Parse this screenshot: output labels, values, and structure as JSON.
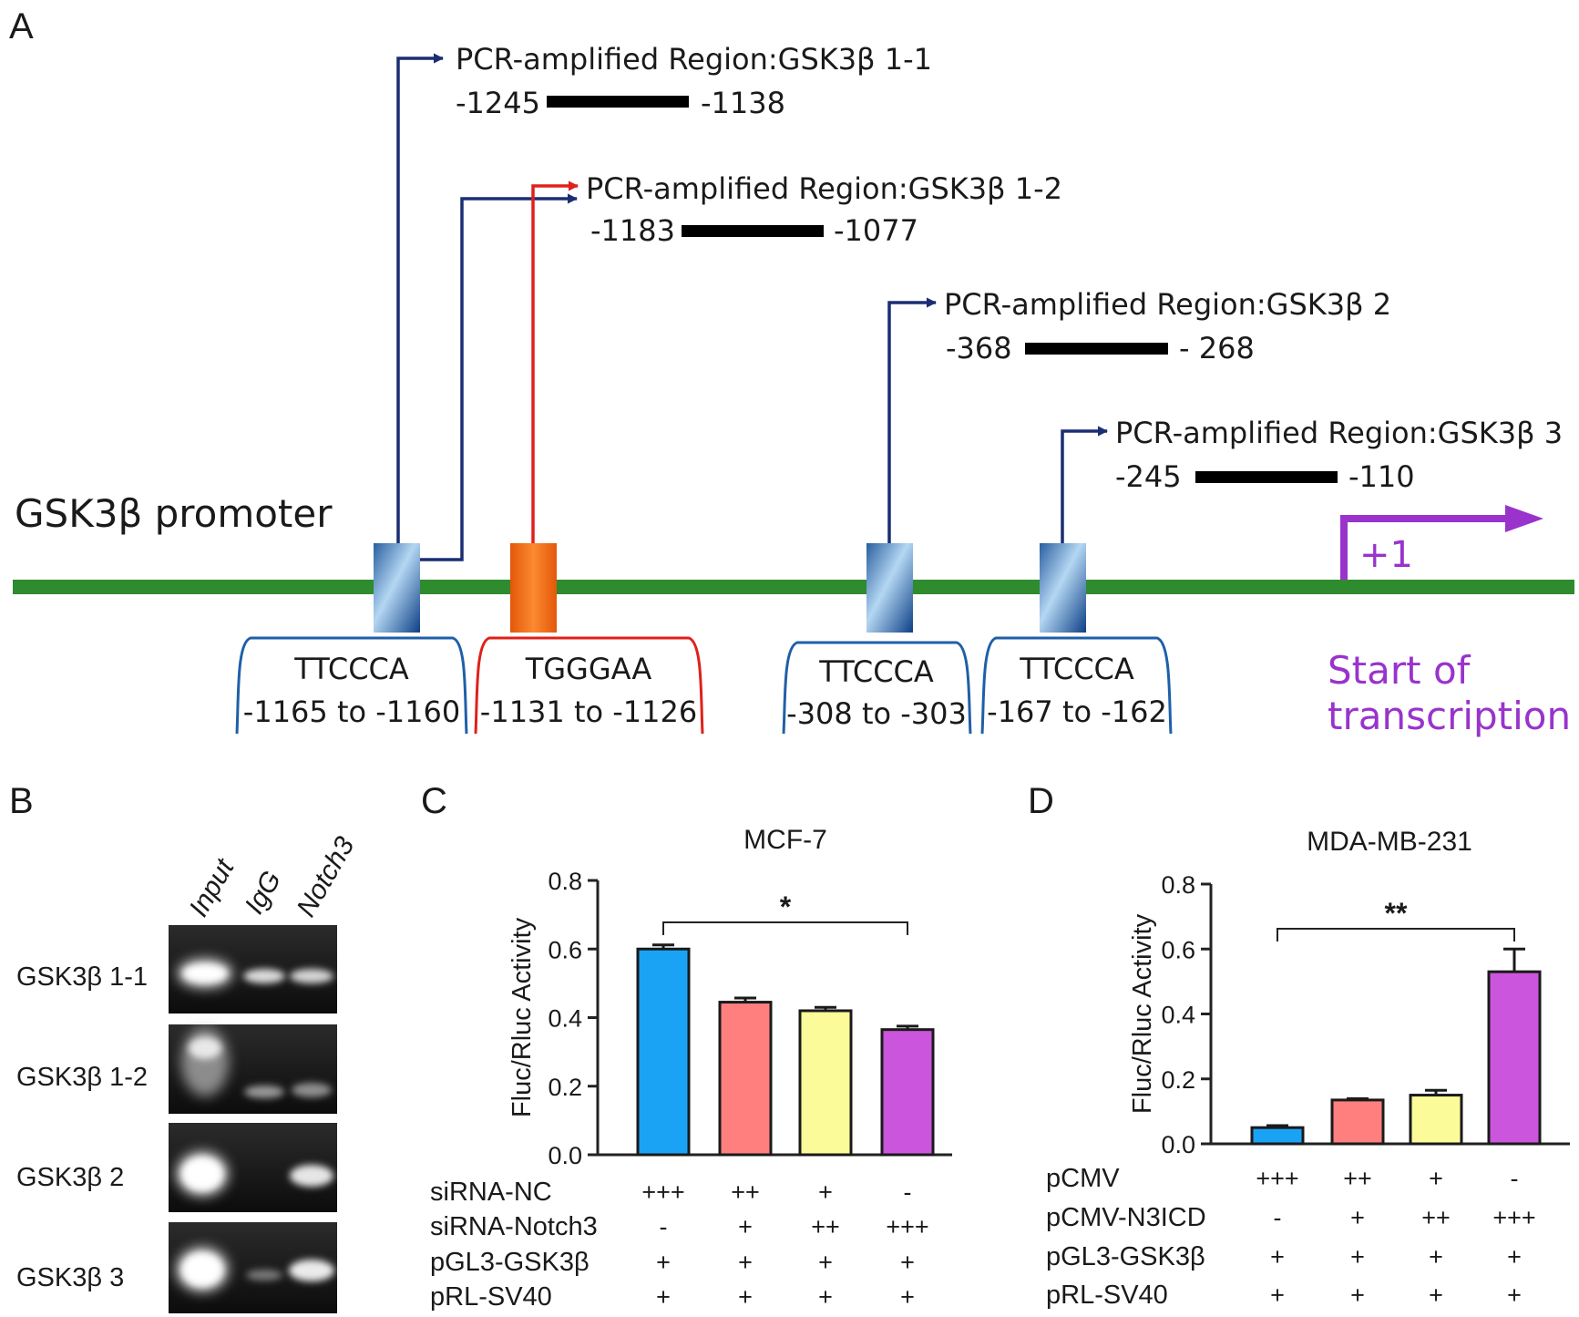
{
  "panels": {
    "a": "A",
    "b": "B",
    "c": "C",
    "d": "D"
  },
  "promoter": {
    "label": "GSK3β promoter",
    "tss_label": "+1",
    "tss_caption_1": "Start of",
    "tss_caption_2": "transcription",
    "line_color": "#2e8b2e",
    "tss_color": "#9933cc",
    "sites": [
      {
        "seq": "TTCCCA",
        "range": "-1165 to -1160",
        "color": "#1f5fa8"
      },
      {
        "seq": "TGGGAA",
        "range": "-1131 to -1126",
        "color": "#e0403a"
      },
      {
        "seq": "TTCCCA",
        "range": "-308 to -303",
        "color": "#1f5fa8"
      },
      {
        "seq": "TTCCCA",
        "range": "-167 to -162",
        "color": "#1f5fa8"
      }
    ],
    "regions": [
      {
        "label": "PCR-amplified Region:GSK3β 1-1",
        "start": "-1245",
        "end": "-1138"
      },
      {
        "label": "PCR-amplified Region:GSK3β 1-2",
        "start": "-1183",
        "end": "-1077"
      },
      {
        "label": "PCR-amplified Region:GSK3β 2",
        "start": "-368",
        "end": "- 268"
      },
      {
        "label": "PCR-amplified Region:GSK3β 3",
        "start": "-245",
        "end": "-110"
      }
    ]
  },
  "gel": {
    "lanes": [
      "Input",
      "IgG",
      "Notch3"
    ],
    "rows": [
      "GSK3β 1-1",
      "GSK3β 1-2",
      "GSK3β 2",
      "GSK3β 3"
    ]
  },
  "chart_data": [
    {
      "type": "bar",
      "title": "MCF-7",
      "ylabel": "Fluc/Rluc Activity",
      "ylim": [
        0,
        0.8
      ],
      "yticks": [
        "0.0",
        "0.2",
        "0.4",
        "0.6",
        "0.8"
      ],
      "values": [
        0.6,
        0.445,
        0.42,
        0.365
      ],
      "errors": [
        0.012,
        0.012,
        0.01,
        0.01
      ],
      "colors": [
        "#1aa3f5",
        "#ff7f7f",
        "#fbfc99",
        "#cc55dd"
      ],
      "significance": "*",
      "conditions": [
        {
          "name": "siRNA-NC",
          "levels": [
            "+++",
            "++",
            "+",
            "-"
          ]
        },
        {
          "name": "siRNA-Notch3",
          "levels": [
            "-",
            "+",
            "++",
            "+++"
          ]
        },
        {
          "name": "pGL3-GSK3β",
          "levels": [
            "+",
            "+",
            "+",
            "+"
          ]
        },
        {
          "name": "pRL-SV40",
          "levels": [
            "+",
            "+",
            "+",
            "+"
          ]
        }
      ]
    },
    {
      "type": "bar",
      "title": "MDA-MB-231",
      "ylabel": "Fluc/Rluc Activity",
      "ylim": [
        0,
        0.8
      ],
      "yticks": [
        "0.0",
        "0.2",
        "0.4",
        "0.6",
        "0.8"
      ],
      "values": [
        0.05,
        0.135,
        0.15,
        0.53
      ],
      "errors": [
        0.006,
        0.004,
        0.015,
        0.07
      ],
      "colors": [
        "#1aa3f5",
        "#ff7f7f",
        "#fbfc99",
        "#cc55dd"
      ],
      "significance": "**",
      "conditions": [
        {
          "name": "pCMV",
          "levels": [
            "+++",
            "++",
            "+",
            "-"
          ]
        },
        {
          "name": "pCMV-N3ICD",
          "levels": [
            "-",
            "+",
            "++",
            "+++"
          ]
        },
        {
          "name": "pGL3-GSK3β",
          "levels": [
            "+",
            "+",
            "+",
            "+"
          ]
        },
        {
          "name": "pRL-SV40",
          "levels": [
            "+",
            "+",
            "+",
            "+"
          ]
        }
      ]
    }
  ]
}
